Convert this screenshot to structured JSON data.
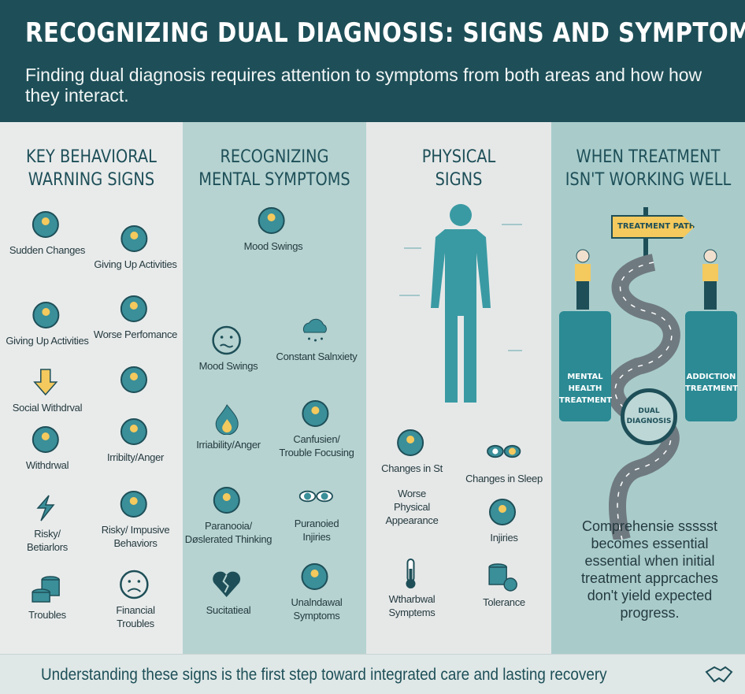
{
  "header": {
    "title": "RECOGNIZING DUAL DIAGNOSIS: SIGNS AND SYMPTOMS",
    "subtitle": "Finding dual diagnosis requires attention to symptoms from both areas and how how they interact."
  },
  "colors": {
    "header": "#1e4f58",
    "accent": "#2b8a94",
    "yellow": "#f4c95d",
    "teal_light": "#b6d3d1"
  },
  "columns": [
    {
      "title": "KEY BEHAVIORAL\nWARNING SIGNS",
      "items": [
        {
          "icon": "person-gears-icon",
          "label": "Sudden Changes"
        },
        {
          "icon": "book-icon",
          "label": "Giving Up Activities"
        },
        {
          "icon": "crossed-briefcase-icon",
          "label": "Giving Up Activities"
        },
        {
          "icon": "graduation-cap-down-icon",
          "label": "Worse Perfomance"
        },
        {
          "icon": "down-arrow-icon",
          "label": "Social Withdrval"
        },
        {
          "icon": "graduation-cap-icon",
          "label": ""
        },
        {
          "icon": "running-person-icon",
          "label": "Withdrwal"
        },
        {
          "icon": "jumping-person-icon",
          "label": "Irribilty/Anger"
        },
        {
          "icon": "lightning-icon",
          "label": "Risky/\nBetiarlors"
        },
        {
          "icon": "anvil-icon",
          "label": "Risky/ Impusive\nBehaviors"
        },
        {
          "icon": "coins-icon",
          "label": "Troubles"
        },
        {
          "icon": "sad-face-icon",
          "label": "Financial\nTroubles"
        }
      ]
    },
    {
      "title": "RECOGNIZING\nMENTAL SYMPTOMS",
      "items": [
        {
          "icon": "brain-storm-icon",
          "label": "Mood Swings"
        },
        {
          "icon": "worried-face-icon",
          "label": "Mood Swings"
        },
        {
          "icon": "rain-cloud-icon",
          "label": "Constant Salnxiety"
        },
        {
          "icon": "flame-icon",
          "label": "Irriability/Anger"
        },
        {
          "icon": "spoon-scale-icon",
          "label": "Canfusien/\nTrouble Focusing"
        },
        {
          "icon": "question-head-icon",
          "label": "Paranooia/\nDøslerated Thinking"
        },
        {
          "icon": "eyes-icon",
          "label": "Puranoied\nInjiries"
        },
        {
          "icon": "broken-heart-icon",
          "label": "Sucitatieal"
        },
        {
          "icon": "boy-head-icon",
          "label": "Unalndawal\nSymptoms"
        }
      ]
    },
    {
      "title": "PHYSICAL\nSIGNS",
      "items": [
        {
          "icon": "fork-person-icon",
          "label": "Changes in St"
        },
        {
          "icon": "eyes-yellow-icon",
          "label": "Changes in Sleep"
        },
        {
          "icon": "",
          "label": "Worse\nPhysical\nAppearance"
        },
        {
          "icon": "boy-head-icon",
          "label": "Injiries"
        },
        {
          "icon": "thermometer-icon",
          "label": "Wtharbwal\nSymptems"
        },
        {
          "icon": "coins-pill-icon",
          "label": "Tolerance"
        }
      ]
    },
    {
      "title": "WHEN TREATMENT\nISN'T WORKING WELL",
      "sign": "TREATMENT PATH",
      "left_box": "MENTAL\nHEALTH\nTREATMENT",
      "right_box": "ADDICTION\nTREATMENT",
      "magnifier": "DUAL\nDIAGNOSIS",
      "text": "Comprehensie ssssst becomes essential essential when initial treatment apprcaches don't yield expected progress."
    }
  ],
  "footer": {
    "text": "Understanding these signs is the first step toward integrated care and lasting recovery",
    "icon": "handshake-icon"
  }
}
